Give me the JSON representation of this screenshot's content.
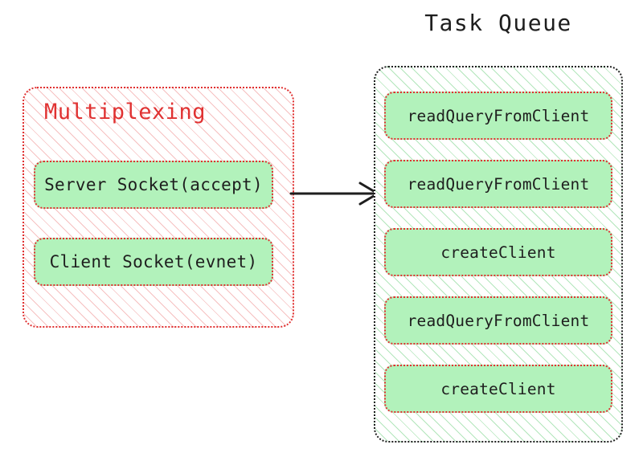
{
  "diagram": {
    "title_left": "Multiplexing",
    "title_right": "Task Queue",
    "colors": {
      "node_fill": "#b2f2bb",
      "node_border": "#e03131",
      "mux_border": "#e03131",
      "mux_hatch": "#e03131",
      "queue_border": "#1e1e1e",
      "queue_hatch": "#40c057",
      "text": "#1e1e1e",
      "title_left_color": "#e03131",
      "arrow": "#1e1e1e"
    },
    "multiplexing": {
      "label": "Multiplexing",
      "nodes": [
        {
          "label": "Server Socket(accept)"
        },
        {
          "label": "Client Socket(evnet)"
        }
      ]
    },
    "task_queue": {
      "label": "Task Queue",
      "nodes": [
        {
          "label": "readQueryFromClient"
        },
        {
          "label": "readQueryFromClient"
        },
        {
          "label": "createClient"
        },
        {
          "label": "readQueryFromClient"
        },
        {
          "label": "createClient"
        }
      ]
    },
    "connector": {
      "name": "arrow-right",
      "from": "multiplexing",
      "to": "task_queue"
    }
  }
}
